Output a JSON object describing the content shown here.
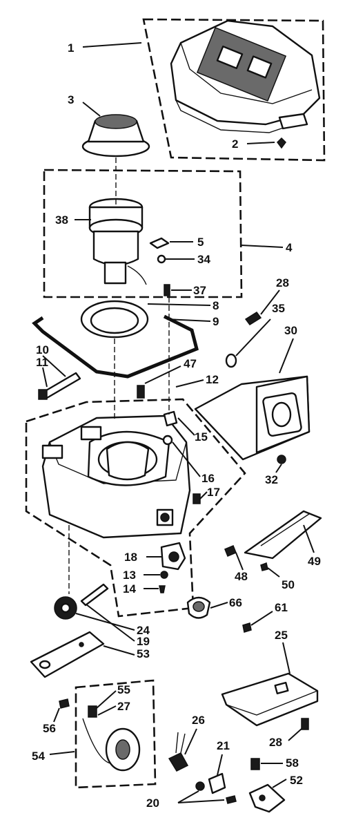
{
  "labels": [
    {
      "id": "l1",
      "text": "1"
    },
    {
      "id": "l2",
      "text": "2"
    },
    {
      "id": "l3",
      "text": "3"
    },
    {
      "id": "l4",
      "text": "4"
    },
    {
      "id": "l5",
      "text": "5"
    },
    {
      "id": "l8",
      "text": "8"
    },
    {
      "id": "l9",
      "text": "9"
    },
    {
      "id": "l10",
      "text": "10"
    },
    {
      "id": "l11",
      "text": "11"
    },
    {
      "id": "l12",
      "text": "12"
    },
    {
      "id": "l13",
      "text": "13"
    },
    {
      "id": "l14",
      "text": "14"
    },
    {
      "id": "l15",
      "text": "15"
    },
    {
      "id": "l16",
      "text": "16"
    },
    {
      "id": "l17",
      "text": "17"
    },
    {
      "id": "l18",
      "text": "18"
    },
    {
      "id": "l19",
      "text": "19"
    },
    {
      "id": "l20",
      "text": "20"
    },
    {
      "id": "l21",
      "text": "21"
    },
    {
      "id": "l24",
      "text": "24"
    },
    {
      "id": "l25",
      "text": "25"
    },
    {
      "id": "l26",
      "text": "26"
    },
    {
      "id": "l27",
      "text": "27"
    },
    {
      "id": "l28a",
      "text": "28"
    },
    {
      "id": "l28b",
      "text": "28"
    },
    {
      "id": "l30",
      "text": "30"
    },
    {
      "id": "l32",
      "text": "32"
    },
    {
      "id": "l34",
      "text": "34"
    },
    {
      "id": "l35",
      "text": "35"
    },
    {
      "id": "l37",
      "text": "37"
    },
    {
      "id": "l38",
      "text": "38"
    },
    {
      "id": "l47",
      "text": "47"
    },
    {
      "id": "l48",
      "text": "48"
    },
    {
      "id": "l49",
      "text": "49"
    },
    {
      "id": "l50",
      "text": "50"
    },
    {
      "id": "l52",
      "text": "52"
    },
    {
      "id": "l53",
      "text": "53"
    },
    {
      "id": "l54",
      "text": "54"
    },
    {
      "id": "l55",
      "text": "55"
    },
    {
      "id": "l56",
      "text": "56"
    },
    {
      "id": "l58",
      "text": "58"
    },
    {
      "id": "l61",
      "text": "61"
    },
    {
      "id": "l66",
      "text": "66"
    }
  ]
}
